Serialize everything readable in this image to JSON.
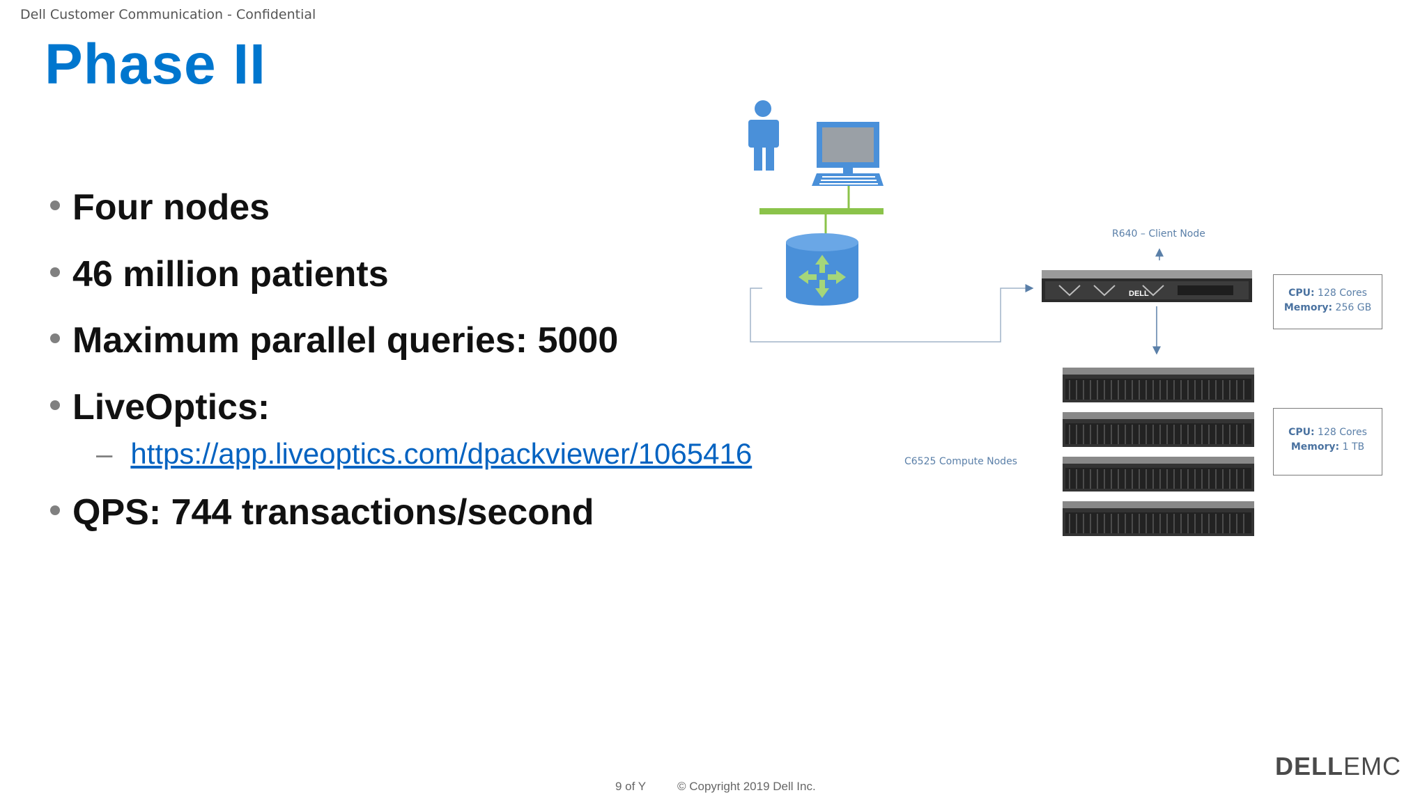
{
  "header": {
    "confidential": "Dell Customer Communication - Confidential",
    "title": "Phase II"
  },
  "bullets": [
    {
      "text": "Four nodes"
    },
    {
      "text": "46 million patients"
    },
    {
      "text": "Maximum parallel queries: 5000"
    },
    {
      "text": "LiveOptics:"
    },
    {
      "text": "QPS: 744 transactions/second"
    }
  ],
  "sub_bullet": {
    "dash": "–",
    "link": "https://app.liveoptics.com/dpackviewer/1065416"
  },
  "diagram": {
    "client_node_label": "R640 – Client Node",
    "client_spec": {
      "cpu_label": "CPU:",
      "cpu_value": " 128 Cores",
      "mem_label": "Memory:",
      "mem_value": " 256 GB"
    },
    "compute_nodes_label": "C6525 Compute Nodes",
    "compute_spec": {
      "cpu_label": "CPU:",
      "cpu_value": " 128 Cores",
      "mem_label": "Memory:",
      "mem_value": " 1 TB"
    },
    "server_brand": "DELL"
  },
  "footer": {
    "page": "9 of Y",
    "copyright": "© Copyright 2019 Dell Inc.",
    "logo_bold": "DELL",
    "logo_thin": "EMC"
  },
  "colors": {
    "title": "#0076ce",
    "link": "#0563c1",
    "icon_blue": "#4a90d9",
    "network_green": "#8bc34a"
  }
}
